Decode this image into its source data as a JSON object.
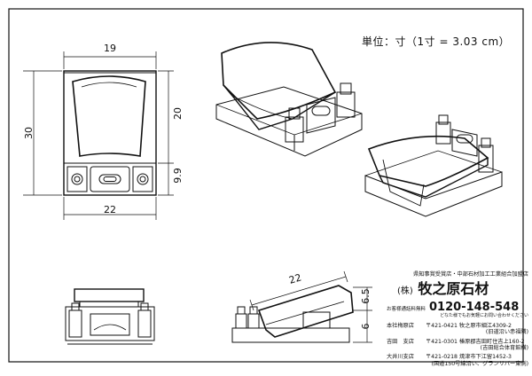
{
  "unit_label": "単位：寸（1寸 = 3.03 cm）",
  "dimensions": {
    "front_width_top": "19",
    "front_height_total": "30",
    "front_height_upper": "20",
    "front_height_lower": "9.9",
    "front_width_base": "22",
    "side_length": "22",
    "side_height_upper": "6.5",
    "side_height_lower": "6"
  },
  "company": {
    "association": "県知事賞受賞店・中部石材加工工業組合加盟店",
    "name_prefix": "(株)",
    "name": "牧之原石材",
    "tel_label": "お客様通話料無料",
    "tel": "0120-148-548",
    "tel_note": "どなた様でもお気軽にお問い合わせください",
    "branches": [
      {
        "label": "本社梅原店",
        "address": "〒421-0421 牧之原市細江4309-2",
        "sub": "(旧道沿い赤福隣)"
      },
      {
        "label": "吉田　支店",
        "address": "〒421-0301 榛原郡吉田町住吉上160-2",
        "sub": "(吉田総合体育館横)"
      },
      {
        "label": "大井川支店",
        "address": "〒421-0218 焼津市下江留1452-3",
        "sub": "(国道150号線沿い、グランリバー東側)"
      }
    ]
  }
}
